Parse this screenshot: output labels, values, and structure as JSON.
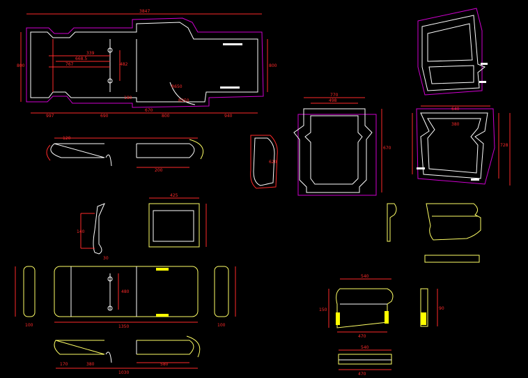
{
  "colors": {
    "background": "#000000",
    "outline": "#ffffff",
    "dimension": "#ff2a2a",
    "offset": "#d000d0",
    "part": "#ffff66",
    "fill_mark": "#ffff00"
  },
  "labels": {
    "top_width": "3847",
    "left_height": "800",
    "right_height": "800",
    "d339": "339",
    "d668": "668.5",
    "d767": "767",
    "d482": "482",
    "d180": "180",
    "b997": "997",
    "b690": "690",
    "b670": "670",
    "b800": "800",
    "b940": "940",
    "r650": "R650",
    "r250": "R250",
    "w770": "770",
    "w498": "498",
    "h670": "670",
    "h728": "728",
    "s640": "640",
    "s620": "620",
    "s580": "580",
    "s120": "120",
    "s140": "140",
    "s200": "200",
    "s380": "380",
    "s425": "425",
    "s480": "480",
    "s1350": "1350",
    "s1030": "1030",
    "s170": "170",
    "s540": "540",
    "s470": "470",
    "s90": "90",
    "s150": "150",
    "s30": "30",
    "s100": "100"
  }
}
